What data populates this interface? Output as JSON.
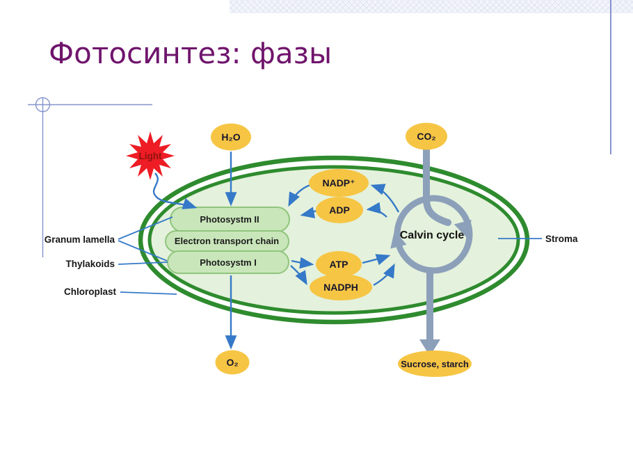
{
  "slide": {
    "title": "Фотосинтез: фазы"
  },
  "palette": {
    "title_text": "#6F156C",
    "membrane_green": "#2E8B2E",
    "stroma_fill": "#E4F1DC",
    "box_fill": "#C9E6BA",
    "box_border": "#8FC57C",
    "node_yellow": "#F6C544",
    "pipe_gray": "#8CA0BA",
    "arrow_blue": "#3579C8",
    "light_star_red": "#EE1C24",
    "decor_blue": "#8593CE"
  },
  "diagram": {
    "inputs": {
      "water": "H₂O",
      "carbon_dioxide": "CO₂",
      "light": "Light"
    },
    "light_reactions": {
      "photosystem_2": "Photosystm II",
      "electron_transport_chain": "Electron transport chain",
      "photosystem_1": "Photosystm I"
    },
    "metabolites": {
      "nadp_plus": "NADP⁺",
      "adp": "ADP",
      "atp": "ATP",
      "nadph": "NADPH"
    },
    "calvin_cycle": "Calvin cycle",
    "outputs": {
      "oxygen": "O₂",
      "sugars": "Sucrose, starch"
    },
    "structure_labels": {
      "granum_lamella": "Granum lamella",
      "thylakoids": "Thylakoids",
      "chloroplast": "Chloroplast",
      "stroma": "Stroma"
    }
  }
}
